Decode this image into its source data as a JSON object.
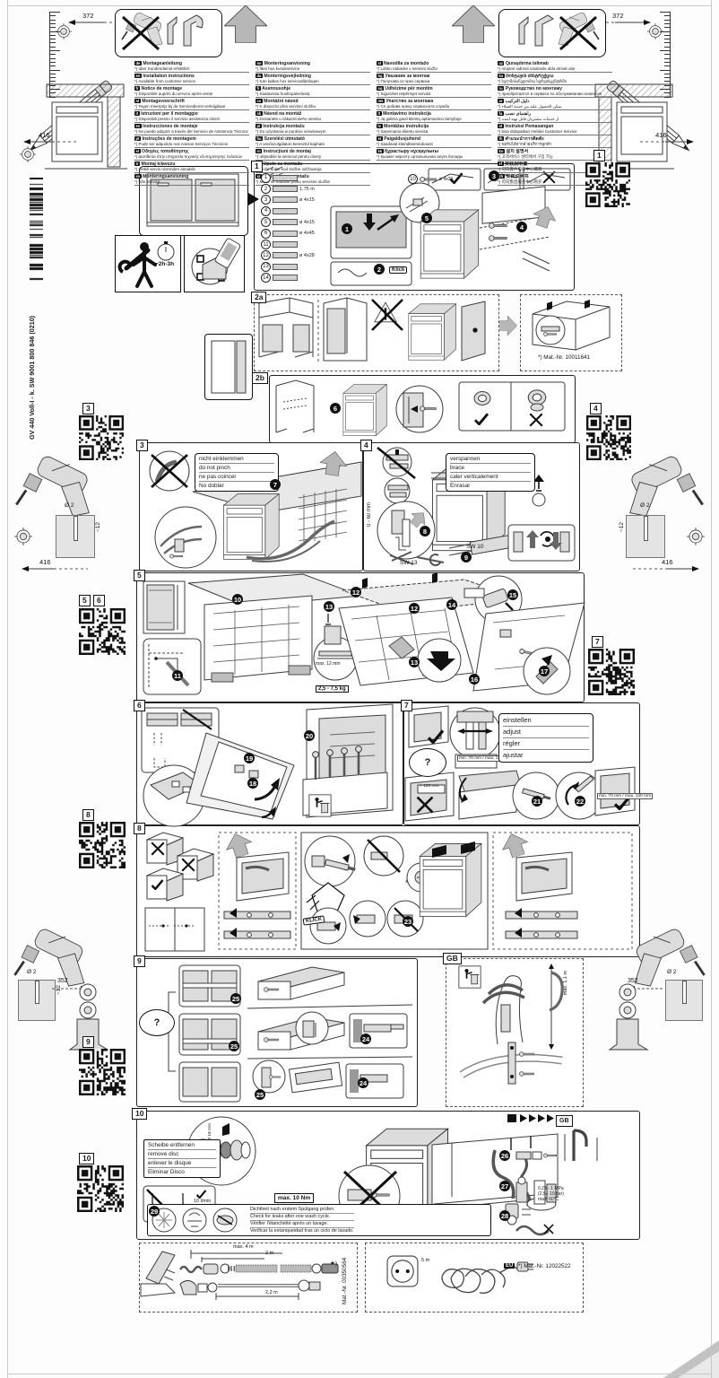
{
  "product": {
    "code": "GV 440 Voll-I - k. SW  9001 800 846 (0210)"
  },
  "n": {
    "1": "1",
    "2": "2",
    "3": "3",
    "4": "4",
    "5": "5",
    "6": "6",
    "7": "7",
    "8": "8",
    "9": "9",
    "10": "10",
    "11": "11",
    "12": "12",
    "13": "13",
    "14": "14",
    "15": "15",
    "16": "16",
    "17": "17",
    "18": "18",
    "19": "19",
    "20": "20",
    "21": "21",
    "22": "22",
    "23": "23",
    "24": "24",
    "25": "25",
    "26": "26",
    "27": "27",
    "28": "28",
    "29": "29",
    "q": "?",
    "unknown": "-?-"
  },
  "dims": {
    "d372_left": "372",
    "d372_right": "372",
    "d416_left": "416",
    "d416_right": "416",
    "d416_drill_left": "416",
    "d416_drill_right": "416",
    "d352_left": "352",
    "d352_right": "352",
    "drill_dia": "Ø 2",
    "drill_depth": "~12",
    "time": "~2h-3h"
  },
  "margin_refs": {
    "r1": "1",
    "r3": "3",
    "r4": "4",
    "r5": "5",
    "r6": "6",
    "r7": "7",
    "r8": "8",
    "r9": "9",
    "r10": "10"
  },
  "languages": {
    "col1": [
      {
        "c": "de",
        "t": "Montageanleitung",
        "n": "*) über Kundendienst erhältlich"
      },
      {
        "c": "en",
        "t": "Installation instructions",
        "n": "*) Available from customer service"
      },
      {
        "c": "fr",
        "t": "Notice de montage",
        "n": "*) Disponible auprès du service après-vente"
      },
      {
        "c": "nl",
        "t": "Montagevoorschrift",
        "n": "*) Tegen meerprijs bij de Servicedienst verkrijgbaar"
      },
      {
        "c": "it",
        "t": "Istruzioni per il montaggio",
        "n": "*) Disponibili presso il servizio assistenza clienti"
      },
      {
        "c": "es",
        "t": "Instrucciones de montaje",
        "n": "*) Se puede adquirir a través del Servicio de Asistencia Técnica"
      },
      {
        "c": "pt",
        "t": "Instruções de montagem",
        "n": "*) Pode ser adquirido nos nossos Serviços Técnicos"
      },
      {
        "c": "el",
        "t": "Οδηγίες τοποθέτησης",
        "n": "*) Διατίθεται στην υπηρεσία τεχνικής εξυπηρέτησης πελατών"
      },
      {
        "c": "tr",
        "t": "Montaj kılavuzu",
        "n": "*) Yetkili servis üzerinden alınabilir"
      },
      {
        "c": "sv",
        "t": "Monteringsanvisning",
        "n": "*) från Service"
      }
    ],
    "col2": [
      {
        "c": "no",
        "t": "Monteringsanvisning",
        "n": "*) fåes hos kundeservice"
      },
      {
        "c": "da",
        "t": "Monteringsvejledning",
        "n": "*) Kan købes hos serviceafdelingen"
      },
      {
        "c": "fi",
        "t": "Asennusohje",
        "n": "*) Saatavissa huoltopalvelusta"
      },
      {
        "c": "cs",
        "t": "Montážní návod",
        "n": "*) K dispozici přes servisní službu"
      },
      {
        "c": "sk",
        "t": "Návod na montáž",
        "n": "*) Dostanete u zákazníckeho servisu"
      },
      {
        "c": "pl",
        "t": "Instrukcja montażu",
        "n": "*) Do uzyskania w punkcie serwisowym"
      },
      {
        "c": "hu",
        "t": "Szerelési útmutató",
        "n": "*) A vevőszolgálaton keresztül kapható"
      },
      {
        "c": "ro",
        "t": "Instrucţiuni de montaj",
        "n": "*) obţinabile la serviciul pentru clienţi"
      },
      {
        "c": "hr",
        "t": "Upute za montažu",
        "n": "*) može dobiti kod službe održavanja"
      },
      {
        "c": "sr",
        "t": "Uputstvo za montažu",
        "n": "*) Može se nabaviti preko servisne službe"
      }
    ],
    "col3": [
      {
        "c": "sl",
        "t": "Navodila za montažo",
        "n": "*) Lahko nabavite v servisni službi"
      },
      {
        "c": "bg",
        "t": "Указание за монтаж",
        "n": "*) Получава се чрез сервиза"
      },
      {
        "c": "sq",
        "t": "Udhëzime për montim",
        "n": "*) Sigurohet nëpërmjet servisit"
      },
      {
        "c": "mk",
        "t": "Упатство за монтажа",
        "n": "*) Се добива преку сервисната служба"
      },
      {
        "c": "lt",
        "t": "Montavimo instrukcija",
        "n": "*) Ją galima gauti klientų aptarnavimo tarnyboje"
      },
      {
        "c": "lv",
        "t": "Montāžas instrukcija",
        "n": "*) Saņemama klientu servisā"
      },
      {
        "c": "et",
        "t": "Paigaldusjuhend",
        "n": "*) Saadaval klienditeenindusest"
      },
      {
        "c": "kk",
        "t": "Құрастыру нұсқаулығы",
        "n": "*) Қызмет көрсету орталығынан алуға болады"
      }
    ],
    "col4": [
      {
        "c": "az",
        "t": "Quraşdırma təlimatı",
        "n": "*) müştəri xidməti vasitəsilə əldə etmək olar"
      },
      {
        "c": "ka",
        "t": "მონტაჟის ინსტრუქცია",
        "n": "*) ხელმისაწვდომია სერვისცენტრში"
      },
      {
        "c": "ru",
        "t": "Руководство по монтажу",
        "n": "*) приобретается в сервисе по обслуживанию клиентов"
      },
      {
        "c": "ar",
        "t": "دليل التركيب",
        "n": "*) يمكن الحصول عليه من خدمة العملاء"
      },
      {
        "c": "fa",
        "t": "راهنمای نصب",
        "n": "*) از خدمات مشتریان قابل تهیه است"
      },
      {
        "c": "id",
        "t": "Instruksi Pemasangan",
        "n": "*) bisa didapatkan melalui Customer Service"
      },
      {
        "c": "th",
        "t": "คำแนะนำการติดตั้ง",
        "n": "*) ขอรับได้จากฝ่ายบริการลูกค้า"
      },
      {
        "c": "ko",
        "t": "설치 설명서",
        "n": "*) 고객서비스 센터에서 구입 가능"
      },
      {
        "c": "zf",
        "t": "安裝說明書",
        "n": "*) 可向客戶服務中心購買"
      },
      {
        "c": "zh",
        "t": "安装说明书",
        "n": "*) 可向售后服务中心购买"
      }
    ]
  },
  "panels": {
    "p1": {
      "label": "1",
      "klick": "Klick",
      "parts": [
        {
          "num": "1",
          "size": ""
        },
        {
          "num": "2",
          "size": "1,75 m"
        },
        {
          "num": "3",
          "size": "ø 4x15"
        },
        {
          "num": "4",
          "size": ""
        },
        {
          "num": "5",
          "size": "ø 4x15"
        },
        {
          "num": "6",
          "size": "ø 4x45"
        },
        {
          "num": "11",
          "size": ""
        },
        {
          "num": "12",
          "size": "ø 4x28"
        },
        {
          "num": "13",
          "size": ""
        },
        {
          "num": "14",
          "size": ""
        }
      ],
      "part10": {
        "num": "10",
        "size": "ø 4x30"
      }
    },
    "p2a": {
      "label": "2a",
      "mat_nr": "*) Mat.-Nr. 10011641"
    },
    "p2b": {
      "label": "2b"
    },
    "p3": {
      "label": "3",
      "warn_lines": [
        "nicht einklemmen",
        "do not pinch",
        "ne pas coincer",
        "No doblar"
      ]
    },
    "p4": {
      "label": "4",
      "warn_lines": [
        "verspannen",
        "brace",
        "caler verticalement",
        "Enrasar"
      ],
      "range": "0 - 60 mm",
      "sw1": "SW 13",
      "sw2": "SW 10"
    },
    "p5": {
      "label": "5",
      "gap": "max. 12 mm",
      "weight": "2,5 - 7,5 kg"
    },
    "p6": {
      "label": "6"
    },
    "p7": {
      "label": "7",
      "adjust_lines": [
        "einstellen",
        "adjust",
        "régler",
        "ajustar"
      ],
      "minmax": "min. 70 mm / max. 120 mm",
      "min": "min. 70 mm",
      "max": "max. 120 mm",
      "bad": "> 120 mm"
    },
    "p8": {
      "label": "8",
      "klick": "KLICK"
    },
    "p9": {
      "label": "9",
      "gb": "GB",
      "hose_len": "max. 1,1 m"
    },
    "p10": {
      "label": "10",
      "gb": "GB",
      "disc_lines": [
        "Scheibe entfernen",
        "remove disc",
        "enlever le disque",
        "Eliminar Disco"
      ],
      "disc_dia": "max. Ø 18 mm",
      "torque": "max. 10 Nm",
      "flow": "10 l/min",
      "pressure": [
        "0,25 - 1 MPa",
        "(2,5 - 10 bar)",
        "max. 60°C"
      ],
      "leak_lines": [
        "Dichtheit nach erstem Spülgang prüfen.",
        "Check for leaks after one wash cycle.",
        "Vérifier l'étanchéité après un lavage.",
        "Verificar la estanqueidad tras un ciclo de lavado."
      ]
    }
  },
  "bottom": {
    "hose_box": {
      "max_len": "max. 4 m",
      "len1": "2 m",
      "len2": "2,2 m",
      "mat_nr": "Mat.-Nr. 00350564",
      "star": "★)"
    },
    "cord_box": {
      "len": "5 m",
      "badge": "EU",
      "mat_nr": "*) Mat.-Nr. 12022522"
    }
  }
}
